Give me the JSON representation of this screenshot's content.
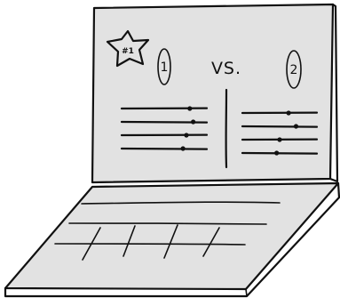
{
  "badge": {
    "label": "#1",
    "icon": "star-icon"
  },
  "matchup": {
    "left_label": "1",
    "vs_label": "VS.",
    "right_label": "2"
  },
  "stats": {
    "left_levels": [
      0.8,
      0.84,
      0.76,
      0.72
    ],
    "right_levels": [
      0.62,
      0.72,
      0.5,
      0.46
    ]
  },
  "colors": {
    "ink": "#111111",
    "screen": "#e2e2e2",
    "background": "#ffffff"
  }
}
